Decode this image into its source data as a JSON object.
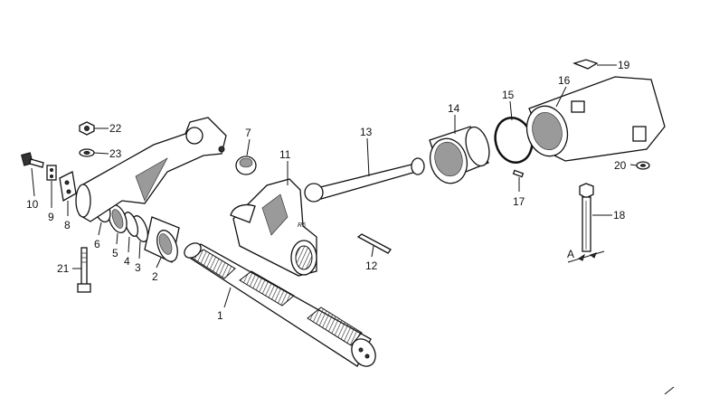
{
  "diagram": {
    "type": "exploded parts view",
    "labels": {
      "p1": "1",
      "p2": "2",
      "p3": "3",
      "p4": "4",
      "p5": "5",
      "p6": "6",
      "p7": "7",
      "p8": "8",
      "p9": "9",
      "p10": "10",
      "p11": "11",
      "p12": "12",
      "p13": "13",
      "p14": "14",
      "p15": "15",
      "p16": "16",
      "p17": "17",
      "p18": "18",
      "p19": "19",
      "p20": "20",
      "p21": "21",
      "p22": "22",
      "p23": "23",
      "section": "A",
      "casting_mark": "R6"
    }
  }
}
